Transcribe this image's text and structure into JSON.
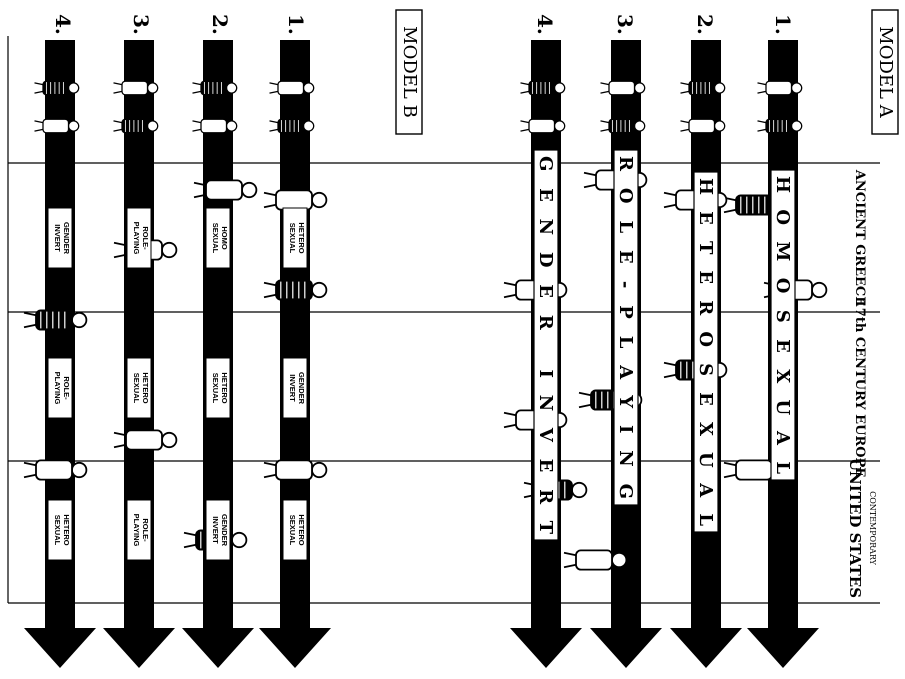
{
  "models": [
    {
      "title": "MODEL A",
      "lanes": [
        {
          "number": "1.",
          "label": "HOMOSEXUAL"
        },
        {
          "number": "2.",
          "label": "HETEROSEXUAL"
        },
        {
          "number": "3.",
          "label": "ROLE-PLAYING"
        },
        {
          "number": "4.",
          "label": "GENDER INVERT"
        }
      ]
    },
    {
      "title": "MODEL B",
      "lanes": [
        {
          "number": "1.",
          "labels": [
            "HETERO SEXUAL",
            "GENDER INVERT",
            "HETERO SEXUAL"
          ]
        },
        {
          "number": "2.",
          "labels": [
            "HOMO SEXUAL",
            "HETERO SEXUAL",
            "GENDER INVERT"
          ]
        },
        {
          "number": "3.",
          "labels": [
            "ROLE- PLAYING",
            "HETERO SEXUAL",
            "ROLE- PLAYING"
          ]
        },
        {
          "number": "4.",
          "labels": [
            "GENDER INVERT",
            "ROLE- PLAYING",
            "HETERO SEXUAL"
          ]
        }
      ]
    }
  ],
  "eras": [
    {
      "small": "",
      "name": "ANCIENT GREECE"
    },
    {
      "small": "",
      "name": "17th CENTURY EUROPE"
    },
    {
      "small": "CONTEMPORARY",
      "name": "UNITED STATES"
    }
  ]
}
